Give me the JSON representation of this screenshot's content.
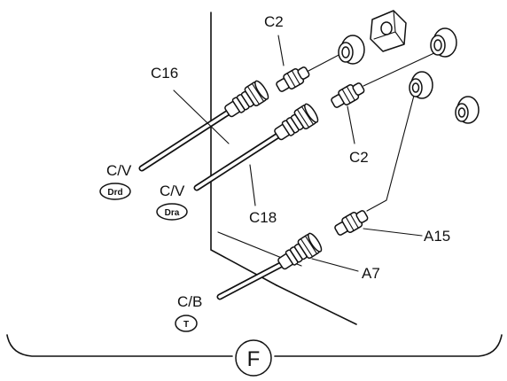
{
  "labels": {
    "c2_top": "C2",
    "c16": "C16",
    "c2_mid": "C2",
    "cv_drd": "C/V",
    "drd_badge": "Drd",
    "cv_dra": "C/V",
    "dra_badge": "Dra",
    "c18": "C18",
    "a15": "A15",
    "a7": "A7",
    "cb": "C/B",
    "t_badge": "T",
    "section": "F"
  }
}
